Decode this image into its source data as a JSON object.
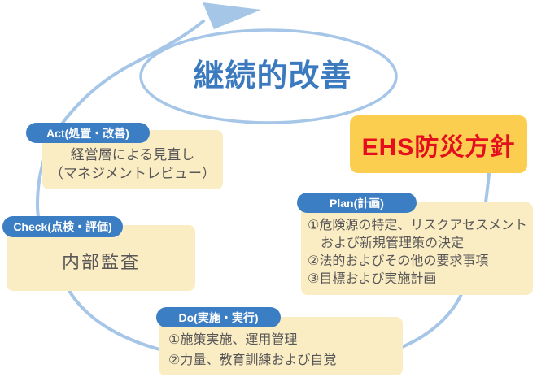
{
  "cycle_title": "継続的改善",
  "policy": {
    "label": "EHS防災方針"
  },
  "nodes": {
    "act": {
      "label": "Act(処置・改善)",
      "lines": [
        "経営層による見直し",
        "（マネジメントレビュー）"
      ]
    },
    "check": {
      "label": "Check(点検・評価)",
      "lines": [
        "内部監査"
      ]
    },
    "plan": {
      "label": "Plan(計画)",
      "lines": [
        "①危険源の特定、リスクアセスメント",
        "　および新規管理策の決定",
        "②法的およびその他の要求事項",
        "③目標および実施計画"
      ]
    },
    "do": {
      "label": "Do(実施・実行)",
      "lines": [
        "①施策実施、運用管理",
        "②力量、教育訓練および自覚"
      ]
    }
  },
  "colors": {
    "arc_blue": "#A6C6E8",
    "pill_blue": "#3C7EC3",
    "title_blue": "#3B7ABF",
    "box_cream": "#FAEDC4",
    "policy_gold": "#FBCE50",
    "policy_red": "#E50E1E",
    "body_text": "#595757"
  }
}
